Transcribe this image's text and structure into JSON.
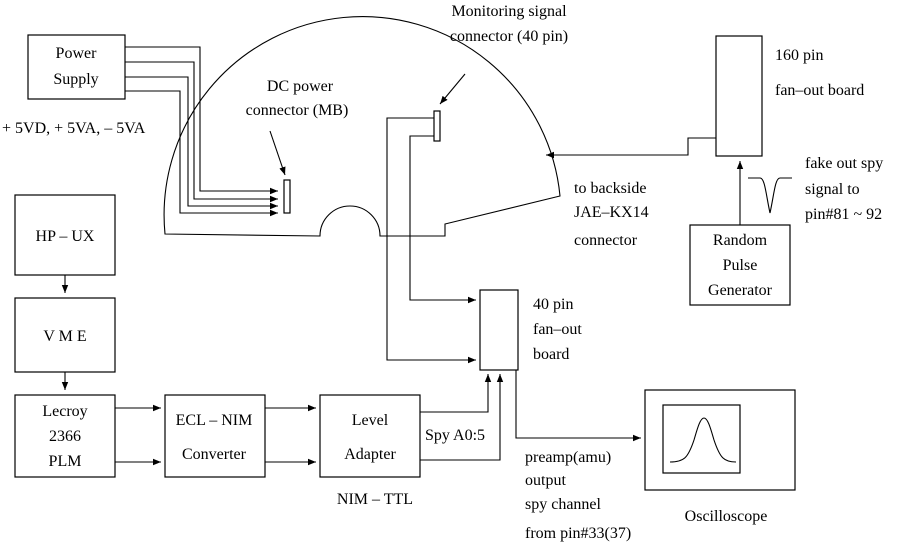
{
  "blocks": {
    "power_supply": [
      "Power",
      "Supply"
    ],
    "hp_ux": "HP  –  UX",
    "vme": "V M E",
    "lecroy": [
      "Lecroy",
      "2366",
      "PLM"
    ],
    "ecl_nim": [
      "ECL – NIM",
      "Converter"
    ],
    "level_adapter": [
      "Level",
      "Adapter"
    ],
    "random_pulse": [
      "Random",
      "Pulse",
      "Generator"
    ]
  },
  "labels": {
    "power_rails": "+ 5VD, + 5VA, – 5VA",
    "dc_connector": [
      "DC power",
      "connector (MB)"
    ],
    "monitoring_connector": [
      "Monitoring  signal",
      "connector  (40 pin)"
    ],
    "fanout_160": [
      "160 pin",
      "fan–out  board"
    ],
    "backside": [
      "to  backside",
      "JAE–KX14",
      "connector"
    ],
    "fake_spy": [
      "fake out spy",
      "signal  to",
      "pin#81 ~ 92"
    ],
    "fanout_40": [
      "40 pin",
      "fan–out",
      "board"
    ],
    "spy_a": "Spy A0:5",
    "nim_ttl": "NIM – TTL",
    "preamp": [
      "preamp(amu)",
      "output",
      "spy channel",
      "from  pin#33(37)"
    ],
    "oscilloscope": "Oscilloscope"
  }
}
